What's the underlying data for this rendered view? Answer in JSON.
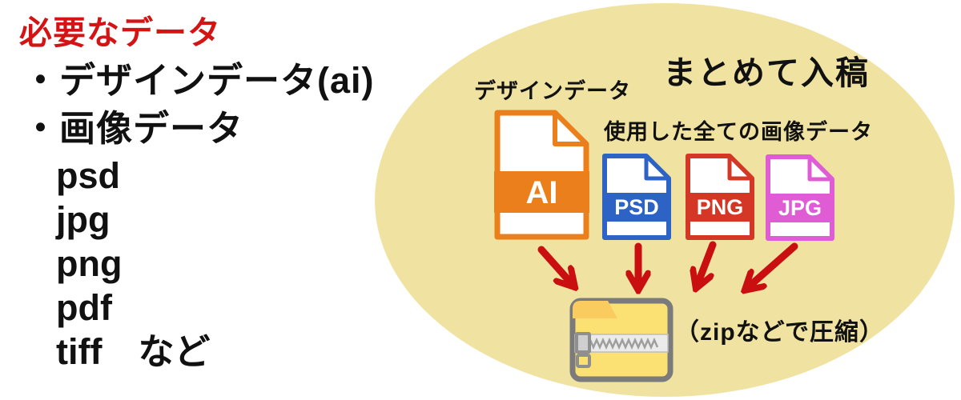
{
  "left_panel": {
    "title": "必要なデータ",
    "title_color": "#D41414",
    "bullets": [
      "・デザインデータ(ai)",
      "・画像データ"
    ],
    "file_types": [
      "psd",
      "jpg",
      "png",
      "pdf",
      "tiff　など"
    ]
  },
  "diagram": {
    "ellipse_color": "#F0E3A2",
    "title": "まとめて入稿",
    "design_label": "デザインデータ",
    "images_label": "使用した全ての画像データ",
    "zip_note": "（zipなどで圧縮）",
    "arrow_color": "#C90F0F",
    "file_icons": [
      {
        "label": "AI",
        "color": "#EA7F1B"
      },
      {
        "label": "PSD",
        "color": "#2E63C6"
      },
      {
        "label": "PNG",
        "color": "#D53726"
      },
      {
        "label": "JPG",
        "color": "#E05CD4"
      }
    ],
    "folder": {
      "border_color": "#7B7B7B",
      "body_color": "#FBE173",
      "tab_color": "#FACB5F"
    }
  }
}
